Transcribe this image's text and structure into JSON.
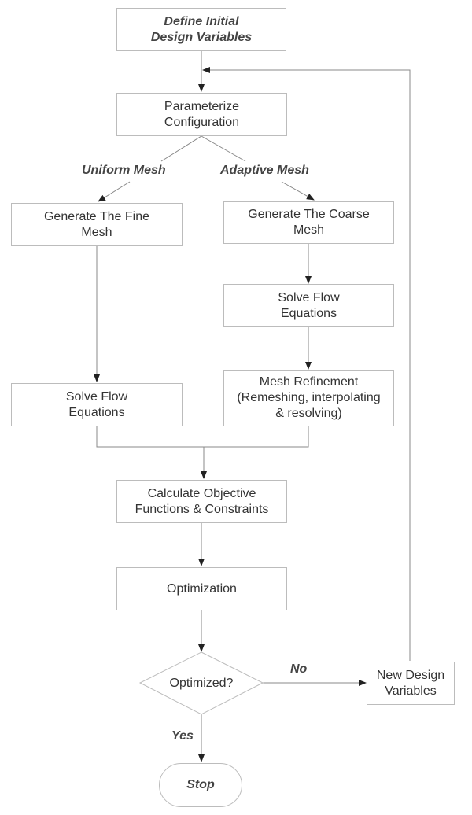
{
  "nodes": {
    "define": "Define Initial\nDesign Variables",
    "parameterize": "Parameterize\nConfiguration",
    "fine_mesh": "Generate The Fine\nMesh",
    "coarse_mesh": "Generate The Coarse\nMesh",
    "solve_left": "Solve Flow\nEquations",
    "solve_right": "Solve Flow\nEquations",
    "refinement": "Mesh Refinement\n(Remeshing, interpolating\n& resolving)",
    "objective": "Calculate Objective\nFunctions & Constraints",
    "optimization": "Optimization",
    "optimized": "Optimized?",
    "new_design": "New Design\nVariables",
    "stop": "Stop"
  },
  "edge_labels": {
    "uniform": "Uniform Mesh",
    "adaptive": "Adaptive Mesh",
    "no": "No",
    "yes": "Yes"
  },
  "colors": {
    "line": "#555555",
    "border": "#bcbcbc",
    "text": "#333333"
  }
}
